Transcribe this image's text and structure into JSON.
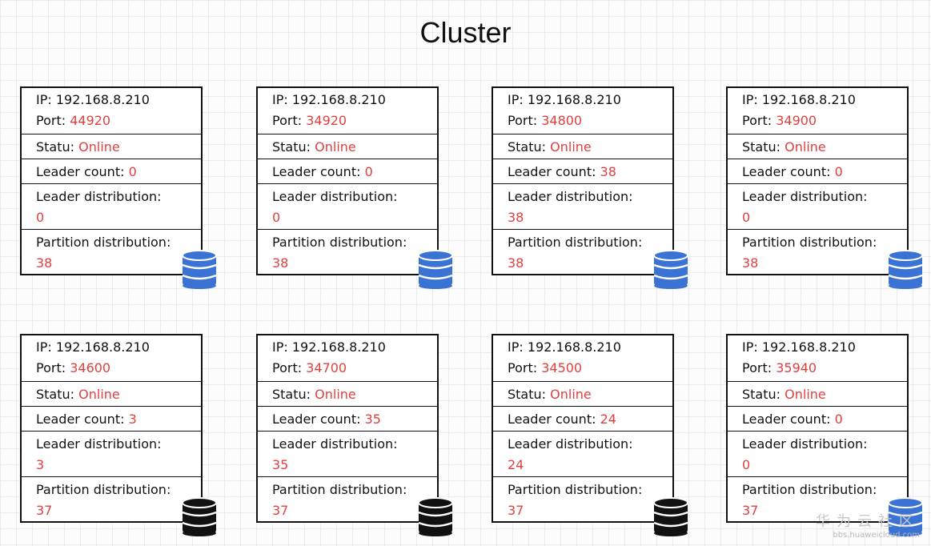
{
  "title": "Cluster",
  "labels": {
    "ip": "IP",
    "port": "Port",
    "statu": "Statu",
    "leader_count": "Leader count",
    "leader_distribution": "Leader distribution:",
    "partition_distribution": "Partition distribution:"
  },
  "nodes": [
    {
      "ip": "192.168.8.210",
      "port": "44920",
      "statu": "Online",
      "leader_count": "0",
      "leader_distribution": "0",
      "partition_distribution": "38",
      "db_color": "#3b73d4"
    },
    {
      "ip": "192.168.8.210",
      "port": "34920",
      "statu": "Online",
      "leader_count": "0",
      "leader_distribution": "0",
      "partition_distribution": "38",
      "db_color": "#3b73d4"
    },
    {
      "ip": "192.168.8.210",
      "port": "34800",
      "statu": "Online",
      "leader_count": "38",
      "leader_distribution": "38",
      "partition_distribution": "38",
      "db_color": "#3b73d4"
    },
    {
      "ip": "192.168.8.210",
      "port": "34900",
      "statu": "Online",
      "leader_count": "0",
      "leader_distribution": "0",
      "partition_distribution": "38",
      "db_color": "#3b73d4"
    },
    {
      "ip": "192.168.8.210",
      "port": "34600",
      "statu": "Online",
      "leader_count": "3",
      "leader_distribution": "3",
      "partition_distribution": "37",
      "db_color": "#111111"
    },
    {
      "ip": "192.168.8.210",
      "port": "34700",
      "statu": "Online",
      "leader_count": "35",
      "leader_distribution": "35",
      "partition_distribution": "37",
      "db_color": "#111111"
    },
    {
      "ip": "192.168.8.210",
      "port": "34500",
      "statu": "Online",
      "leader_count": "24",
      "leader_distribution": "24",
      "partition_distribution": "37",
      "db_color": "#111111"
    },
    {
      "ip": "192.168.8.210",
      "port": "35940",
      "statu": "Online",
      "leader_count": "0",
      "leader_distribution": "0",
      "partition_distribution": "37",
      "db_color": "#3b73d4"
    }
  ],
  "watermark": {
    "cn": "华为云社区",
    "url": "bbs.huaweicloud.com"
  },
  "colors": {
    "value": "#e04040",
    "db_blue": "#3b73d4",
    "db_black": "#111111"
  },
  "icons": {
    "database": "database-icon"
  }
}
